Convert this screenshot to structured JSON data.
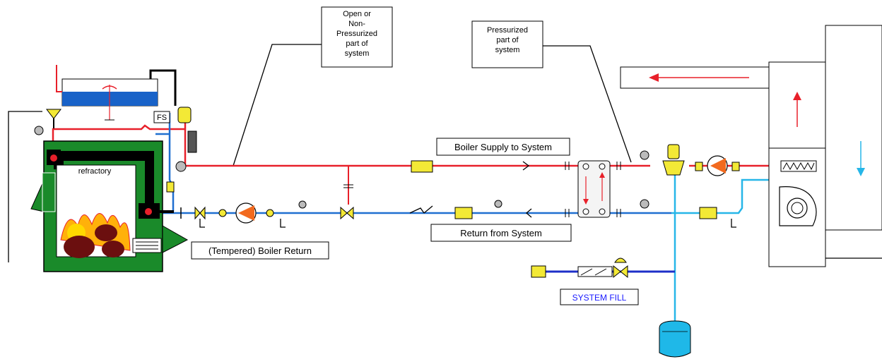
{
  "labels": {
    "open_system": [
      "Open or",
      "Non-",
      "Pressurized",
      "part of",
      "system"
    ],
    "pressurized_system": [
      "Pressurized",
      "part of",
      "system"
    ],
    "boiler_supply": "Boiler Supply to System",
    "return_from_system": "Return from System",
    "tempered_return": "(Tempered) Boiler Return",
    "system_fill": "SYSTEM FILL",
    "refractory": "refractory",
    "flow_switch": "FS"
  },
  "colors": {
    "hot_water": "#e8202a",
    "cool_water": "#1f6fd0",
    "system_water": "#26b6e8",
    "fill_line": "#1e2fc8",
    "boiler": "#1a8a2a",
    "valve": "#f3e936",
    "expansion_tank": "#1fb8e8"
  }
}
